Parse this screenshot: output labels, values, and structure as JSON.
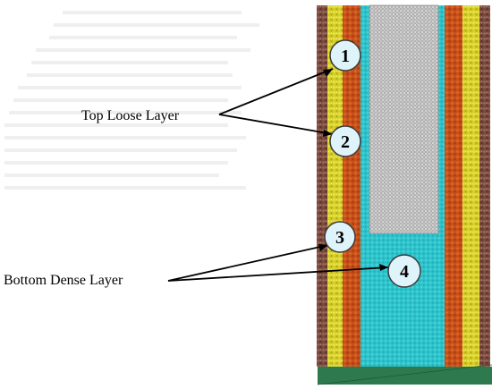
{
  "labels": {
    "top_layer": "Top Loose Layer",
    "bottom_layer": "Bottom Dense Layer"
  },
  "markers": [
    "1",
    "2",
    "3",
    "4"
  ],
  "colors": {
    "outer_particles": "#7a4a3e",
    "yellow_layer": "#d6cf2a",
    "orange_layer": "#c8501a",
    "cyan_layer": "#2ec4cc",
    "mesh": "#a8a8a8",
    "base": "#2e7a4e",
    "marker_fill": "#dff3fb",
    "marker_stroke": "#3a3a3a"
  }
}
